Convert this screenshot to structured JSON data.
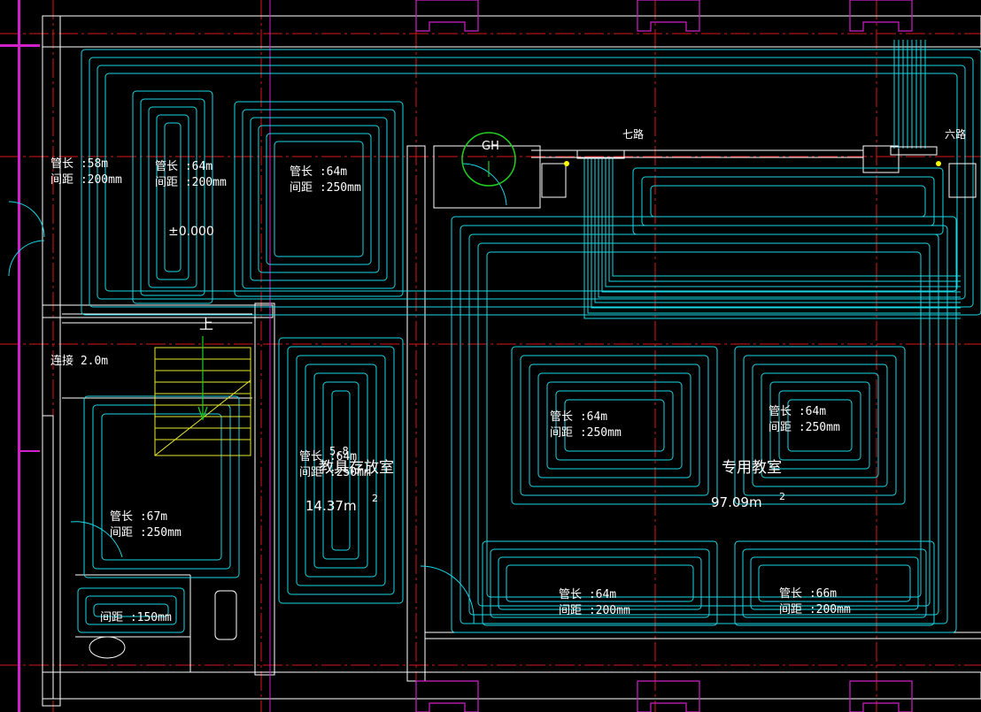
{
  "canvas": {
    "background": "#000000"
  },
  "colors": {
    "pipe": "#18d8e8",
    "wall": "#ffffff",
    "axis": "#d81818",
    "column": "#d020c8",
    "stair": "#e8e830",
    "arrow": "#20d020"
  },
  "manifolds": {
    "seven": "七路",
    "six": "六路"
  },
  "gh_label": "GH",
  "elevation": "±0.000",
  "stair_up": "上",
  "rooms": [
    {
      "name": "教具存放室",
      "area": "14.37m",
      "sup": "2"
    },
    {
      "name": "专用教室",
      "area": "97.09m",
      "sup": "2"
    }
  ],
  "loops": [
    {
      "length": "管长 :58m",
      "spacing": "间距 :200mm"
    },
    {
      "length": "管长 :64m",
      "spacing": "间距 :200mm"
    },
    {
      "length": "管长 :64m",
      "spacing": "间距 :250mm"
    },
    {
      "length": "管长 :64m",
      "spacing": "间距 :250mm"
    },
    {
      "length": "管长 :64m",
      "spacing": "间距 :250mm"
    },
    {
      "length": "管长 :64m",
      "spacing": "间距 :250mm"
    },
    {
      "length": "管长 :67m",
      "spacing": "间距 :250mm"
    },
    {
      "length": "管长 :64m",
      "spacing": "间距 :200mm"
    },
    {
      "length": "管长 :66m",
      "spacing": "间距 :200mm"
    }
  ],
  "extra": {
    "lead": "连接 2.0m",
    "toilet_spacing": "间距 :150mm",
    "overlap": "5.8"
  }
}
